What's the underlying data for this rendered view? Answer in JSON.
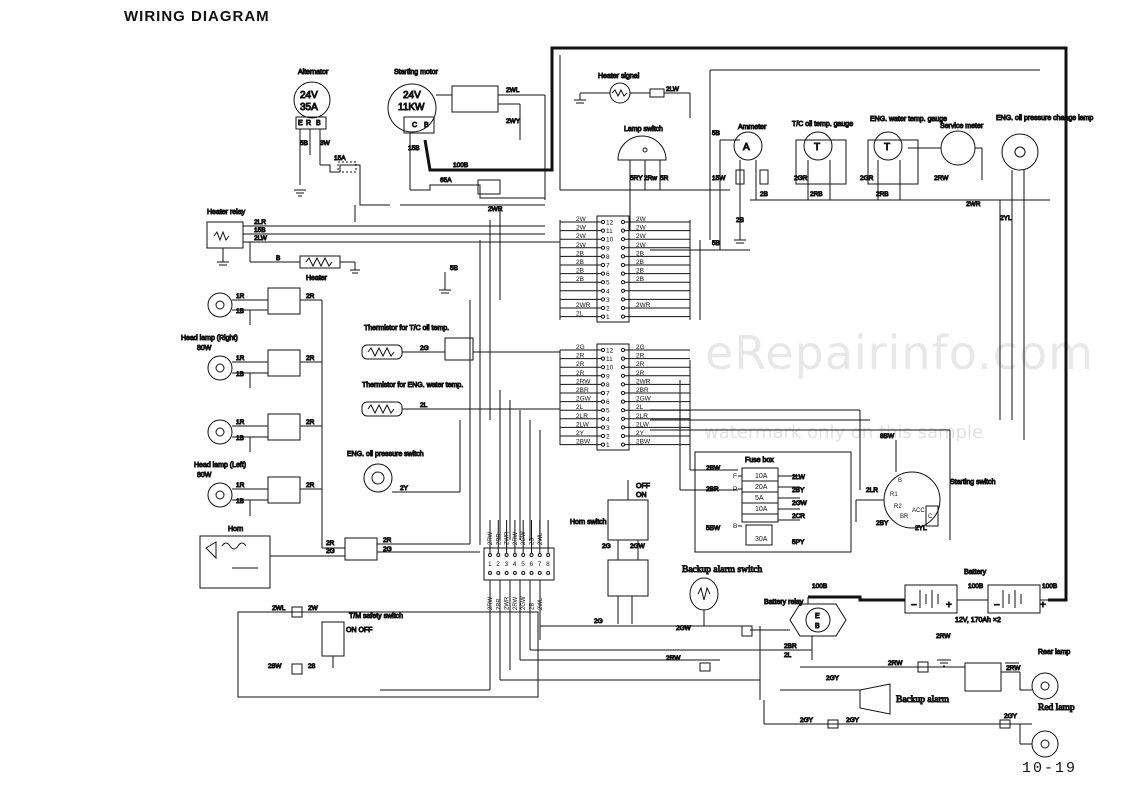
{
  "title": "WIRING DIAGRAM",
  "page_number": "10-19",
  "watermark": {
    "main": "eRepairinfo.com",
    "sub": "watermark only on this sample"
  },
  "components": {
    "alternator": "Alternator",
    "alternator_rating_v": "24V",
    "alternator_rating_a": "35A",
    "starting_motor": "Starting motor",
    "starting_motor_v": "24V",
    "starting_motor_kw": "11KW",
    "heater_signal": "Heater signal",
    "lamp_switch": "Lamp switch",
    "ammeter": "Ammeter",
    "tc_oil_temp_gauge": "T/C oil temp. gauge",
    "eng_water_temp_gauge": "ENG. water temp. gauge",
    "service_meter": "Service meter",
    "eng_oil_pressure_lamp": "ENG. oil pressure change lamp",
    "heater_relay": "Heater relay",
    "heater": "Heater",
    "head_lamp_right": "Head lamp (Right)",
    "head_lamp_right_w": "80W",
    "head_lamp_left": "Head lamp (Left)",
    "head_lamp_left_w": "80W",
    "thermistor_tc": "Thermistor for T/C oil temp.",
    "thermistor_eng": "Thermistor for ENG. water temp.",
    "eng_oil_pressure_switch": "ENG. oil pressure switch",
    "horn": "Horn",
    "horn_switch": "Horn switch",
    "tm_safety_switch": "T/M safety switch",
    "tm_on_off": "ON OFF",
    "fuse_box": "Fuse box",
    "starting_switch": "Starting switch",
    "battery": "Battery",
    "battery_spec": "12V, 170Ah ×2",
    "battery_relay": "Battery relay",
    "backup_alarm_switch": "Backup alarm switch",
    "backup_alarm": "Backup alarm",
    "rear_lamp": "Rear lamp",
    "red_lamp": "Red lamp",
    "off": "OFF",
    "on": "ON"
  },
  "fuses": [
    "10A",
    "20A",
    "5A",
    "10A",
    "30A"
  ],
  "fuse_terminals": [
    "F",
    "P",
    "B"
  ],
  "starting_switch_terminals": [
    "B",
    "R1",
    "R2",
    "BR",
    "ACC",
    "C"
  ],
  "connector_upper": {
    "pins": [
      "12",
      "11",
      "10",
      "9",
      "8",
      "7",
      "6",
      "5",
      "4",
      "3",
      "2",
      "1"
    ],
    "left": [
      "2W",
      "2W",
      "2W",
      "2W",
      "2B",
      "2B",
      "2B",
      "2B",
      "",
      "",
      "2WR",
      "2L"
    ],
    "right": [
      "2W",
      "2W",
      "2W",
      "2W",
      "2B",
      "2B",
      "2B",
      "2B",
      "",
      "",
      "2WR",
      ""
    ]
  },
  "connector_lower": {
    "pins": [
      "12",
      "11",
      "10",
      "9",
      "8",
      "7",
      "6",
      "5",
      "4",
      "3",
      "2",
      "1"
    ],
    "left": [
      "2G",
      "2R",
      "2R",
      "2R",
      "2RW",
      "2BR",
      "2GW",
      "2L",
      "2LR",
      "2LW",
      "2Y",
      "2BW"
    ],
    "right": [
      "2G",
      "2R",
      "2R",
      "2R",
      "2WR",
      "2BR",
      "2GW",
      "2L",
      "2LR",
      "2LW",
      "2Y",
      "2BW"
    ]
  },
  "connector_8": {
    "pins": [
      "1",
      "2",
      "3",
      "4",
      "5",
      "6",
      "7",
      "8"
    ],
    "wires": [
      "2RW",
      "2BR",
      "2WR",
      "2RW",
      "2GW",
      "2B",
      "2WL",
      ""
    ]
  },
  "wire_labels": {
    "w_2LW": "2LW",
    "w_2WL": "2WL",
    "w_2WY": "2WY",
    "w_5B": "5B",
    "w_3W": "3W",
    "w_15A": "15A",
    "w_15B": "15B",
    "w_65A": "65A",
    "w_100B": "100B",
    "w_2WR": "2WR",
    "w_2LR": "2LR",
    "w_B": "B",
    "w_2R": "2R",
    "w_2G": "2G",
    "w_2L": "2L",
    "w_2Y": "2Y",
    "w_1R": "1R",
    "w_1B": "1B",
    "w_2B": "2B",
    "w_2GR": "2GR",
    "w_2RB": "2RB",
    "w_2RW": "2RW",
    "w_5RY": "5RY",
    "w_2BW": "2BW",
    "w_2BR": "2BR",
    "w_5BW": "5BW",
    "w_2CR": "2CR",
    "w_5PY": "5PY",
    "w_2GW": "2GW",
    "w_2GY": "2GY",
    "w_2YL": "2YL",
    "w_2BY": "2BY",
    "w_2W": "2W",
    "w_8BW": "8BW",
    "w_28W": "28W",
    "w_28": "28",
    "w_2GA": "2G",
    "w_2GWa": "2GW",
    "w_2GWb": "2GW",
    "w_15W": "15W",
    "w_2RWb": "2RW",
    "w_2G2": "2G",
    "w_2R2": "2R",
    "w_5R": "5R",
    "w_2Rw": "2Rw"
  }
}
